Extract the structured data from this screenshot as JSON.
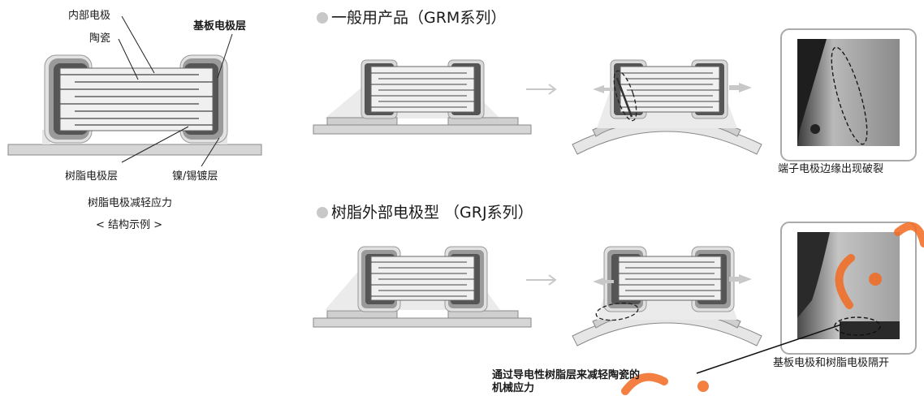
{
  "left_diagram": {
    "label_internal_electrode": "内部电极",
    "label_ceramic": "陶瓷",
    "label_base_electrode": "基板电极层",
    "label_resin_electrode": "树脂电极层",
    "label_plating": "镍/锡镀层",
    "caption_line1": "树脂电极减轻应力",
    "caption_line2": "< 结构示例 >"
  },
  "section_general": {
    "title": "一般用产品（GRM系列）",
    "photo_caption": "端子电极边缘出现破裂"
  },
  "section_resin": {
    "title": "树脂外部电极型 （GRJ系列）",
    "photo_caption": "基板电极和树脂电极隔开",
    "note_line1": "通过导电性树脂层来减轻陶瓷的",
    "note_line2": "机械应力"
  },
  "colors": {
    "board": "#d6d6d6",
    "ceramic": "#f0f0f0",
    "electrode": "#555555",
    "resin": "#9a9a9a",
    "arrow": "#c8c8c8",
    "watermark": "#f26b21"
  }
}
